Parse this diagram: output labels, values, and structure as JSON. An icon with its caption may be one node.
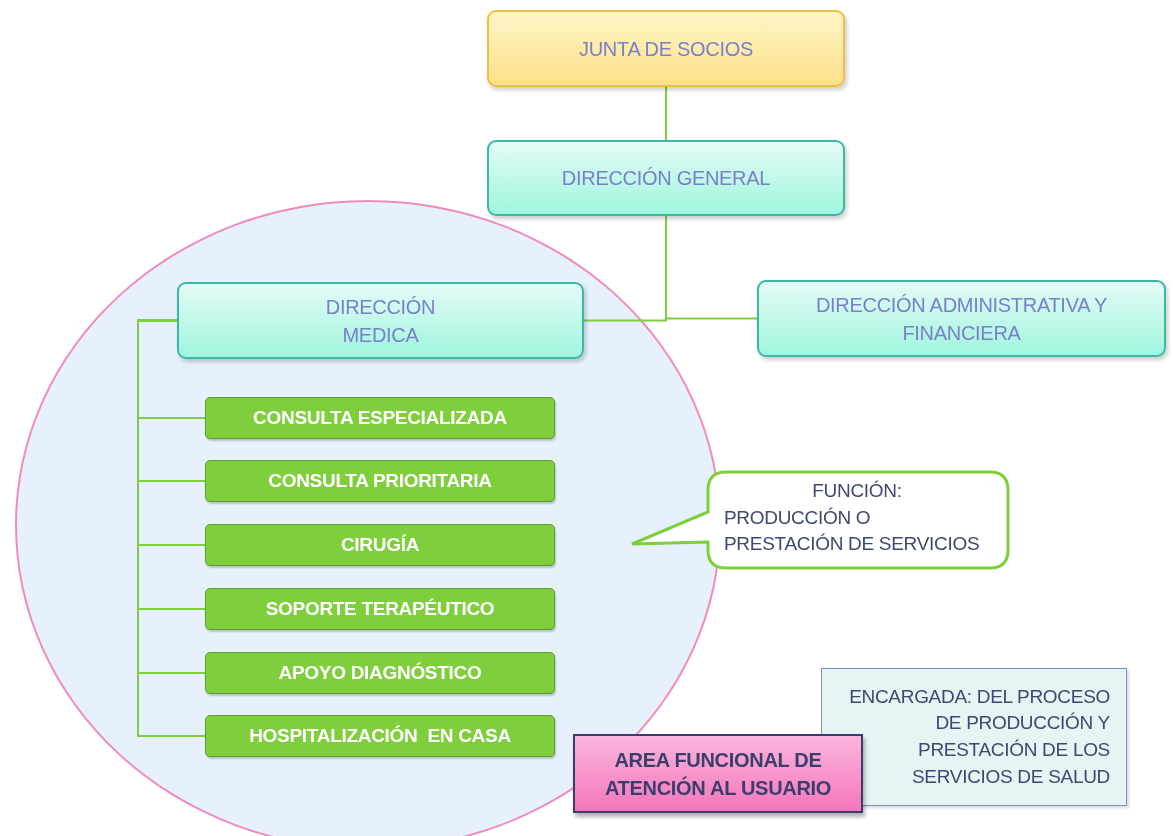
{
  "diagram": {
    "nodes": [
      {
        "text": [
          "JUNTA DE SOCIOS"
        ]
      },
      {
        "text": [
          "DIRECCIÓN GENERAL"
        ]
      },
      {
        "text": [],
        "shape": "circle"
      },
      {
        "text": [
          "DIRECCIÓN MEDICA"
        ],
        "in": 2
      },
      {
        "text": [
          "DIRECCIÓN ADMINISTRATIVA Y FINANCIERA"
        ]
      },
      {
        "text": [
          "CONSULTA ESPECIALIZADA"
        ],
        "in": 2
      },
      {
        "text": [
          "CONSULTA PRIORITARIA"
        ],
        "in": 2
      },
      {
        "text": [
          "CIRUGÍA"
        ],
        "in": 2
      },
      {
        "text": [
          "SOPORTE TERAPÉUTICO"
        ],
        "in": 2
      },
      {
        "text": [
          "APOYO DIAGNÓSTICO"
        ],
        "in": 2
      },
      {
        "text": [
          "HOSPITALIZACIÓN  EN CASA"
        ],
        "in": 2
      },
      {
        "text": [
          "FUNCIÓN:",
          "PRODUCCIÓN O PRESTACIÓN DE SERVICIOS"
        ]
      },
      {
        "text": [
          "ENCARGADA: DEL PROCESO DE PRODUCCIÓN Y PRESTACIÓN DE LOS SERVICIOS DE SALUD"
        ]
      },
      {
        "text": [
          "AREA FUNCIONAL DE ATENCIÓN AL USUARIO"
        ]
      }
    ],
    "edges": [
      {
        "from": 0,
        "to": 1,
        "arrow": "none"
      },
      {
        "from": 1,
        "to": 3,
        "arrow": "none"
      },
      {
        "from": 1,
        "to": 4,
        "arrow": "none"
      },
      {
        "from": 3,
        "to": 5,
        "arrow": "none"
      },
      {
        "from": 3,
        "to": 6,
        "arrow": "none"
      },
      {
        "from": 3,
        "to": 7,
        "arrow": "none"
      },
      {
        "from": 3,
        "to": 8,
        "arrow": "none"
      },
      {
        "from": 3,
        "to": 9,
        "arrow": "none"
      },
      {
        "from": 3,
        "to": 10,
        "arrow": "none"
      }
    ]
  }
}
